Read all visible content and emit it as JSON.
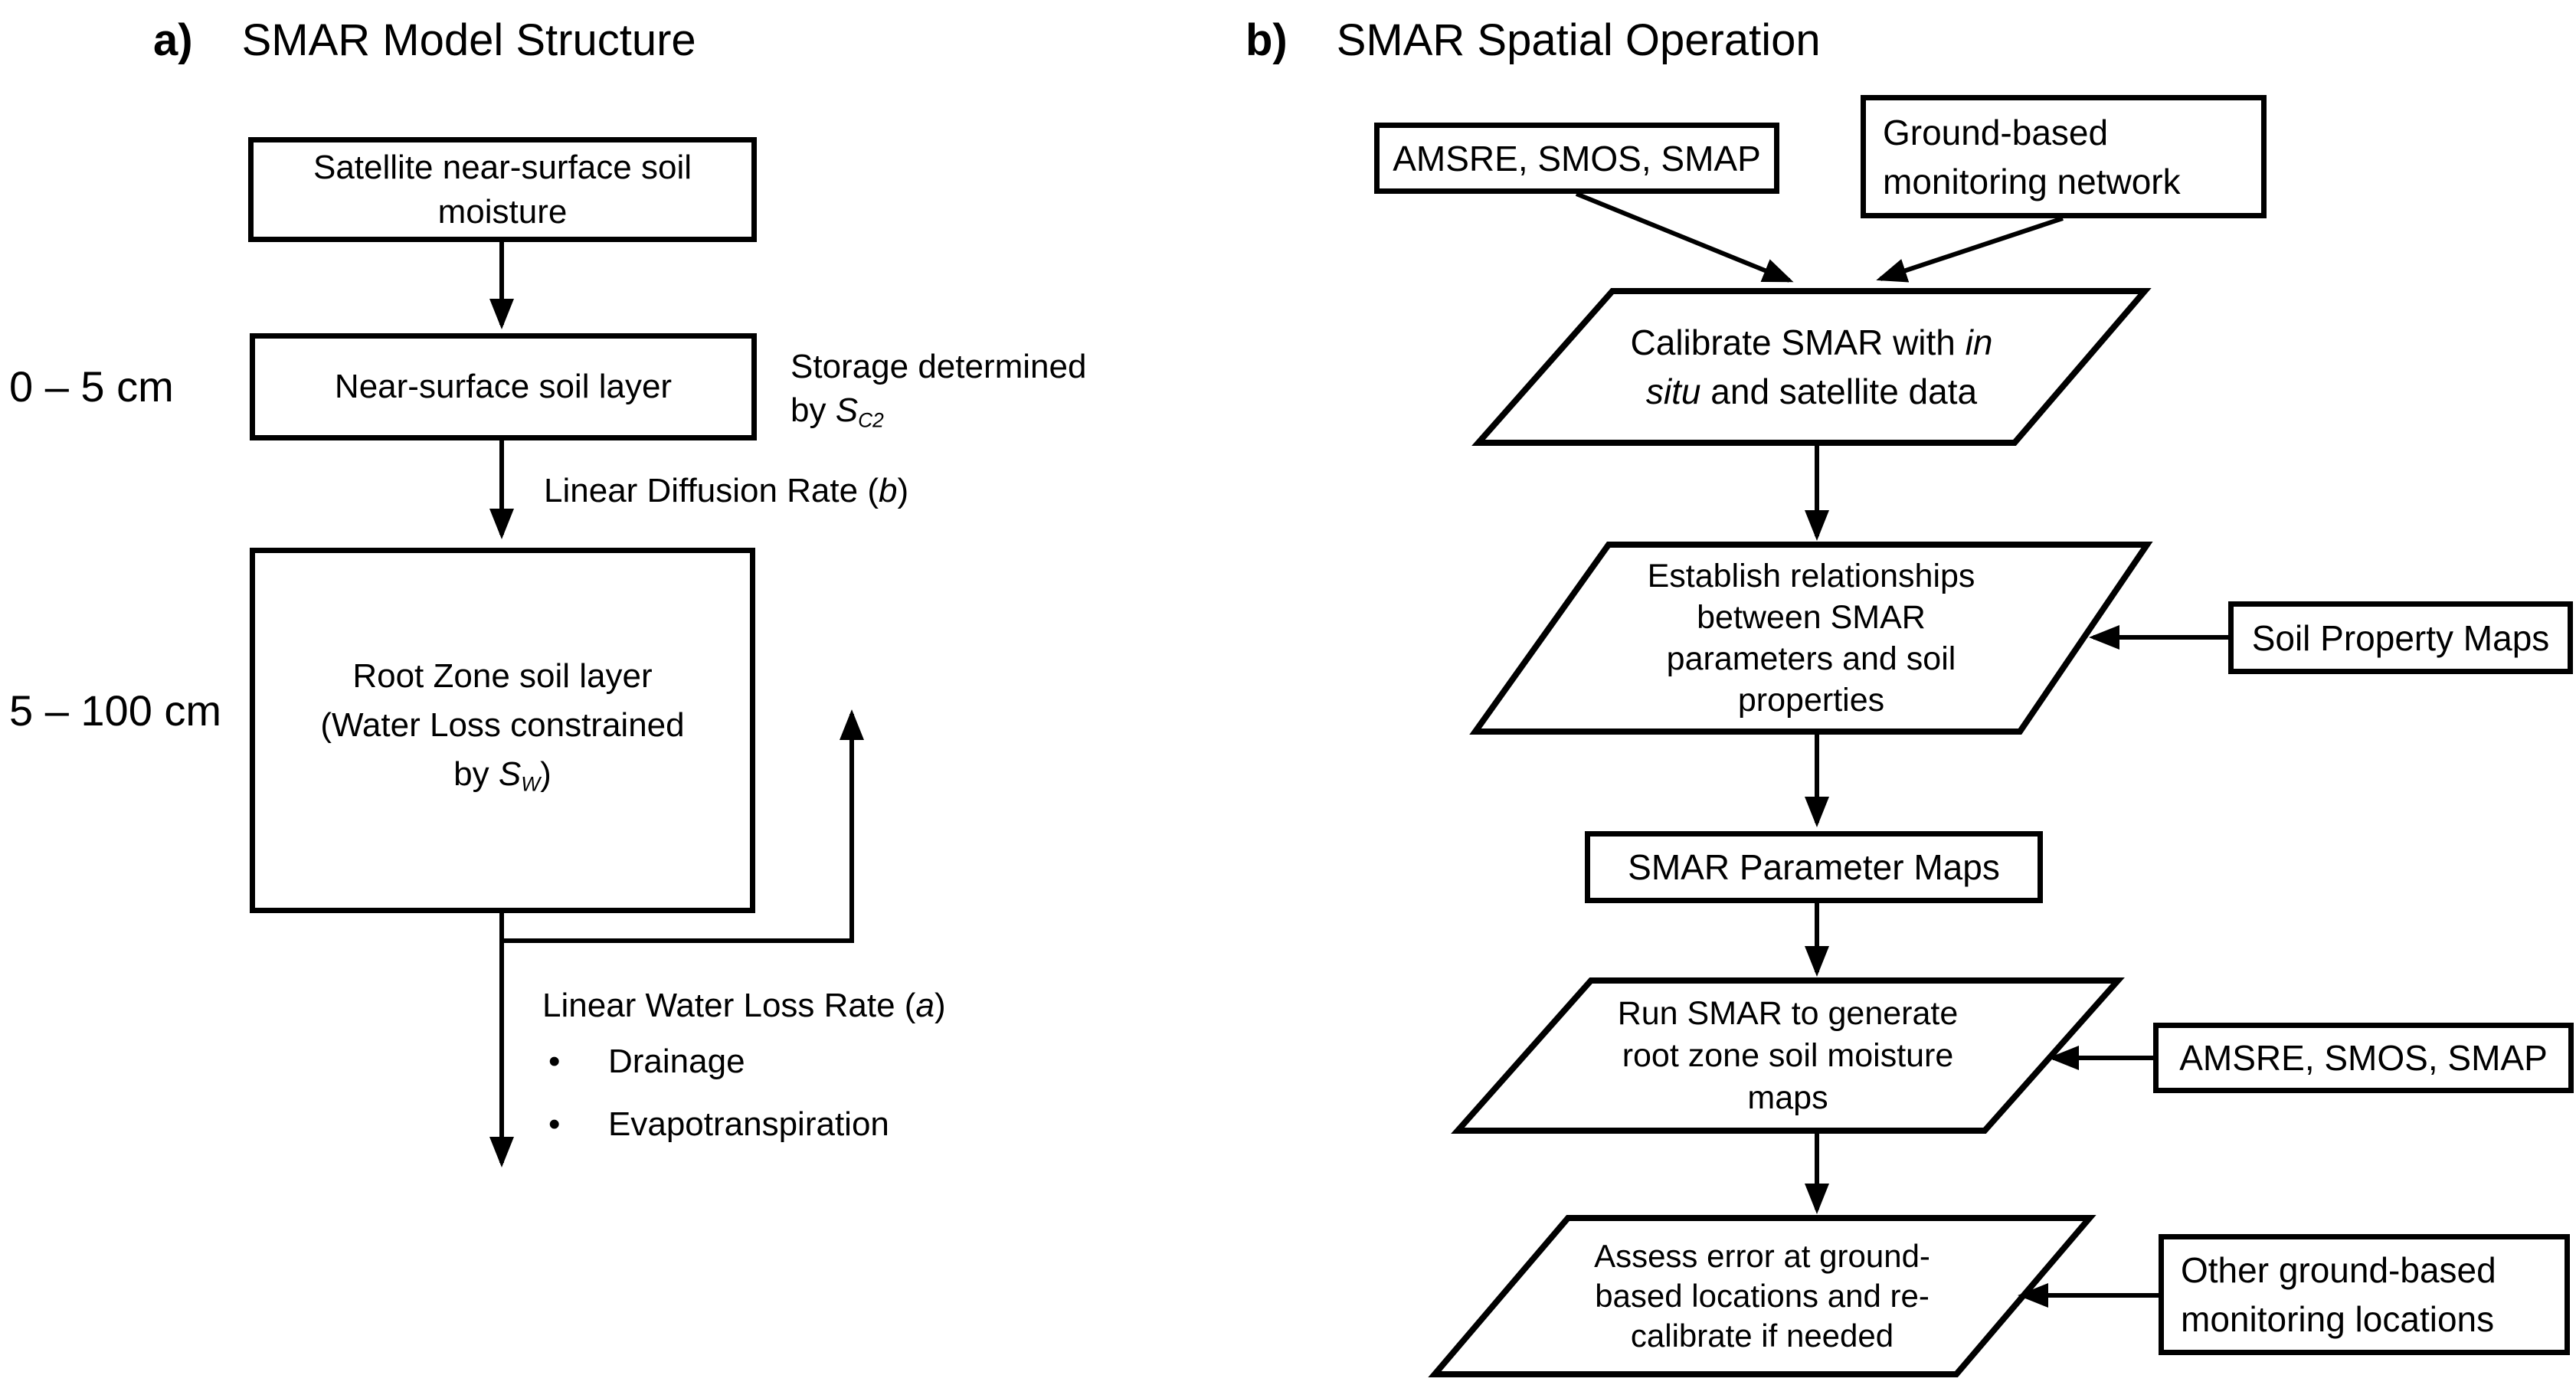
{
  "colors": {
    "ink": "#000000",
    "paper": "#ffffff"
  },
  "panel_a": {
    "label": "a)",
    "title": "SMAR Model Structure",
    "satellite_box": {
      "line1": "Satellite near-surface soil",
      "line2": "moisture"
    },
    "near_surface_box": {
      "label": "Near-surface soil layer"
    },
    "root_zone_box": {
      "line1": "Root Zone soil layer",
      "line2": "(Water Loss constrained",
      "line3_pre": "by ",
      "line3_var": "S",
      "line3_sub": "W",
      "line3_close": ")"
    },
    "depth_label_top": "0 – 5 cm",
    "depth_label_bottom": "5 – 100 cm",
    "storage_note": {
      "line1": "Storage determined",
      "line2_pre": "by ",
      "var": "S",
      "sub": "C2"
    },
    "diffusion_note": {
      "pre": "Linear Diffusion Rate (",
      "var": "b",
      "close": ")"
    },
    "water_loss_note": {
      "pre": "Linear Water Loss Rate (",
      "var": "a",
      "close": ")"
    },
    "bullet_char": "•",
    "bullets": [
      "Drainage",
      "Evapotranspiration"
    ]
  },
  "panel_b": {
    "label": "b)",
    "title": "SMAR Spatial Operation",
    "amsre_top_box": "AMSRE, SMOS, SMAP",
    "ground_network_box": {
      "line1": "Ground-based",
      "line2": "monitoring network"
    },
    "calibrate_step": {
      "line1_pre": "Calibrate SMAR with ",
      "line1_italic": "in",
      "line2_italic": "situ",
      "line2_post": " and satellite data"
    },
    "establish_step": {
      "lines": [
        "Establish relationships",
        "between SMAR",
        "parameters and soil",
        "properties"
      ]
    },
    "soil_property_box": "Soil Property Maps",
    "parameter_maps_box": "SMAR Parameter Maps",
    "run_step": {
      "lines": [
        "Run SMAR to generate",
        "root zone soil moisture",
        "maps"
      ]
    },
    "amsre_right_box": "AMSRE, SMOS, SMAP",
    "assess_step": {
      "lines": [
        "Assess error at ground-",
        "based locations and re-",
        "calibrate if needed"
      ]
    },
    "other_ground_box": {
      "line1": "Other ground-based",
      "line2": "monitoring locations"
    }
  }
}
